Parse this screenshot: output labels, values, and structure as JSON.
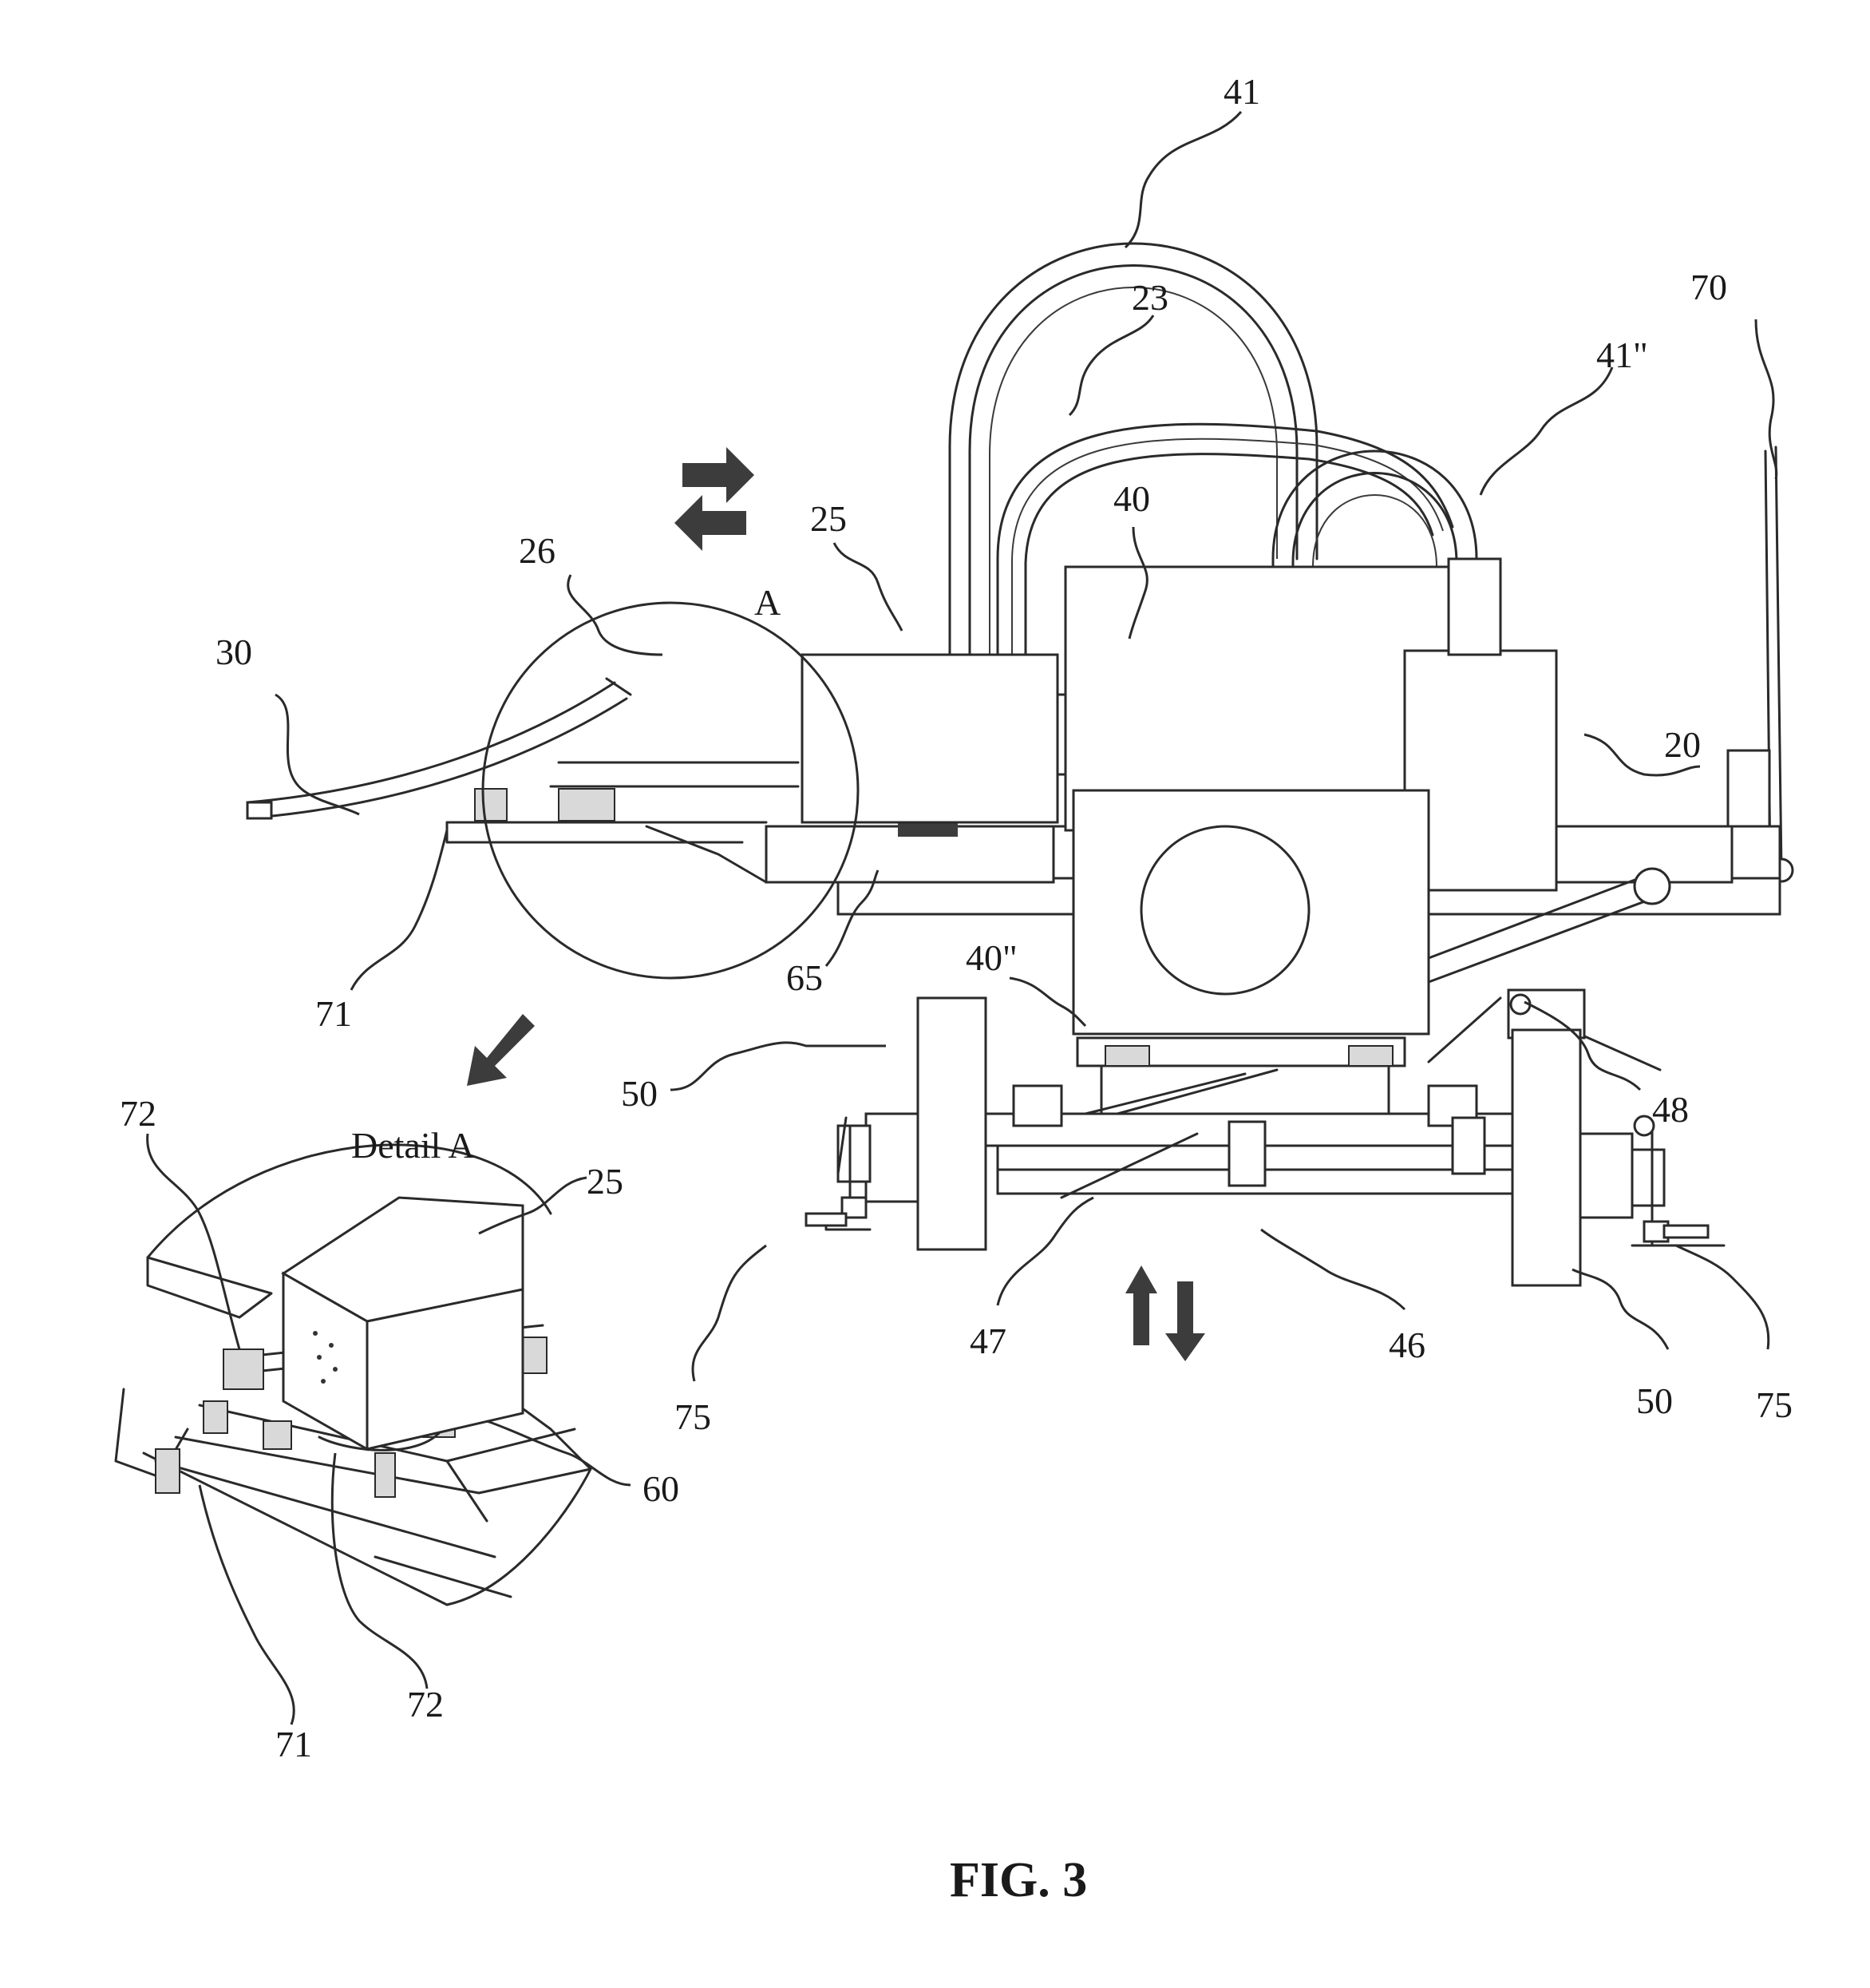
{
  "figure": {
    "caption": "FIG. 3",
    "detail_circle_label": "A",
    "detail_title": "Detail A"
  },
  "reference_numerals": {
    "n41": "41",
    "n23": "23",
    "n70": "70",
    "n41b": "41\"",
    "n25": "25",
    "n40": "40",
    "n26": "26",
    "n30": "30",
    "n20": "20",
    "n71": "71",
    "n65": "65",
    "n40b": "40\"",
    "n48": "48",
    "n50_left": "50",
    "n47": "47",
    "n46": "46",
    "n50_right": "50",
    "n75_left": "75",
    "n75_right": "75",
    "d72_top": "72",
    "d25": "25",
    "d60": "60",
    "d71": "71",
    "d72_bottom": "72"
  }
}
